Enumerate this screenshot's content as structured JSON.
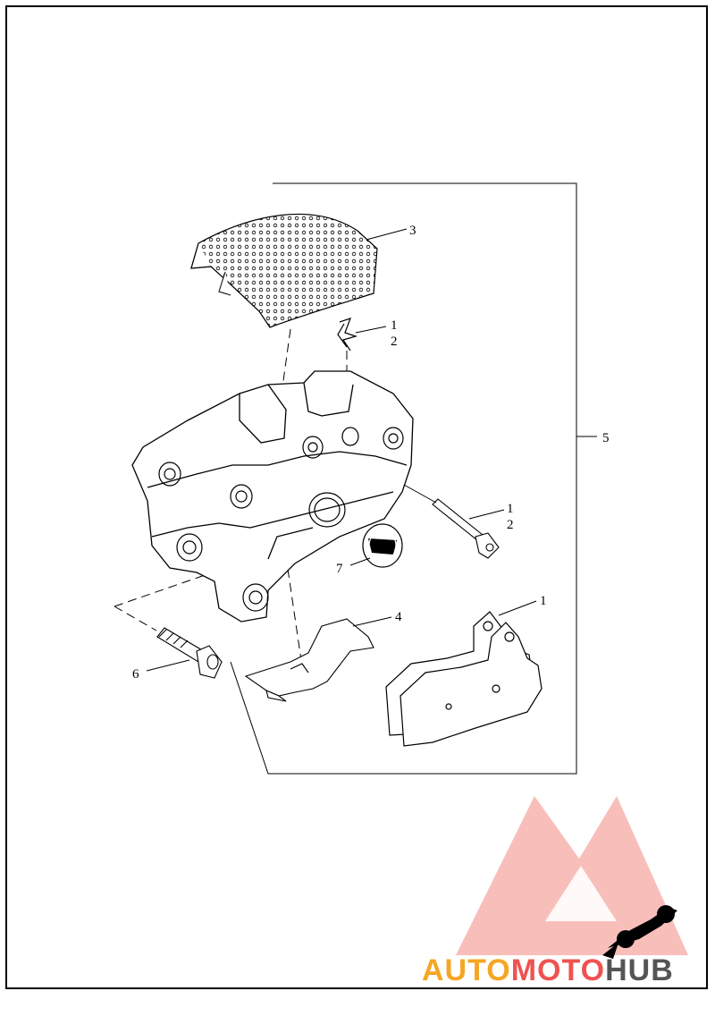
{
  "diagram": {
    "callouts": [
      {
        "id": "c-3",
        "label": "3"
      },
      {
        "id": "c-1a",
        "label": "1"
      },
      {
        "id": "c-2a",
        "label": "2"
      },
      {
        "id": "c-5",
        "label": "5"
      },
      {
        "id": "c-1b",
        "label": "1"
      },
      {
        "id": "c-2b",
        "label": "2"
      },
      {
        "id": "c-7",
        "label": "7"
      },
      {
        "id": "c-4",
        "label": "4"
      },
      {
        "id": "c-1c",
        "label": "1"
      },
      {
        "id": "c-6",
        "label": "6"
      }
    ]
  },
  "watermark": {
    "part1": "AUTO",
    "part2": "MOTO",
    "part3": "HUB",
    "colors": {
      "auto": "#f5a623",
      "moto": "#ef5350",
      "hub": "#555555",
      "triangle": "#f28b82"
    }
  }
}
